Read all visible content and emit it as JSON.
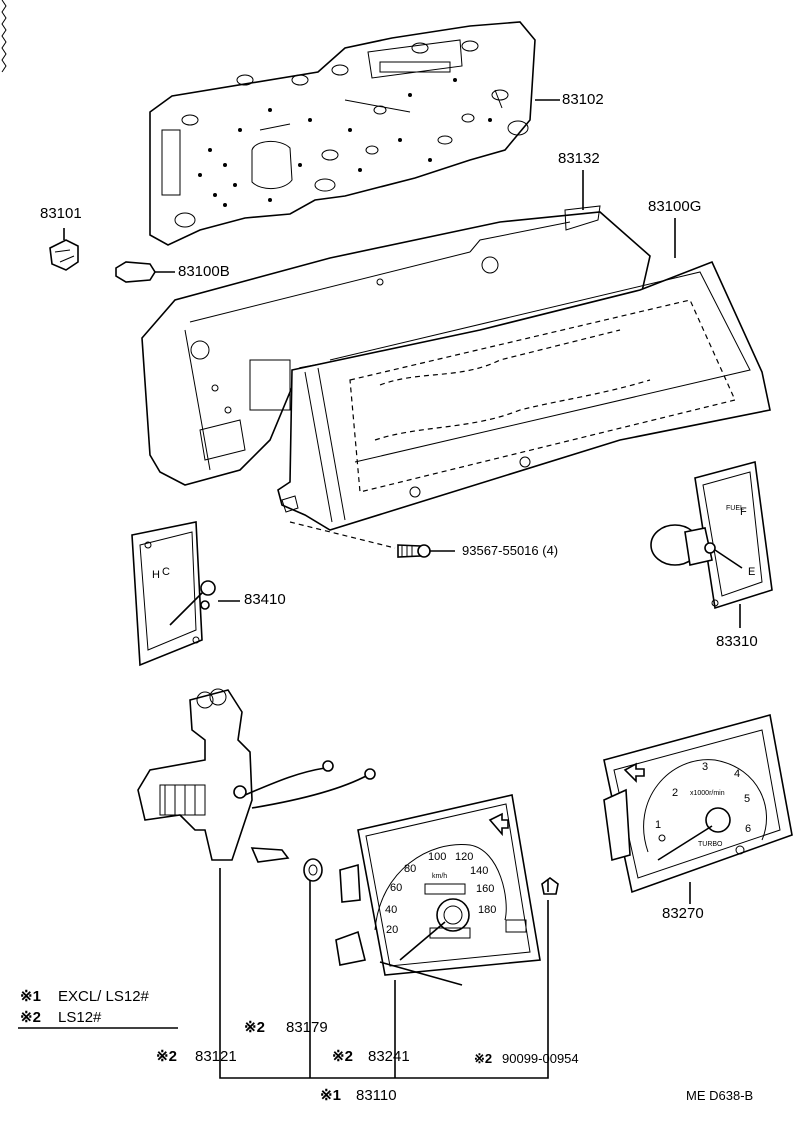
{
  "parts": {
    "p83102": "83102",
    "p83101": "83101",
    "p83100b": "83100B",
    "p83132": "83132",
    "p83100g": "83100G",
    "p93567": "93567-55016 (4)",
    "p83410": "83410",
    "p83310": "83310",
    "p83270": "83270",
    "p83179": "83179",
    "p83121": "83121",
    "p83241": "83241",
    "p90099": "90099-00954",
    "p83110": "83110"
  },
  "marks": {
    "m1": "※1",
    "m2": "※2"
  },
  "legend": {
    "l1": "EXCL/ LS12#",
    "l2": "LS12#"
  },
  "code": "ME  D638-B",
  "gauges": {
    "speedo": [
      "20",
      "40",
      "60",
      "80",
      "100",
      "120",
      "140",
      "160",
      "180"
    ],
    "speedo_unit": "km/h",
    "tacho": [
      "1",
      "2",
      "3",
      "4",
      "5",
      "6"
    ],
    "tacho_unit": "x1000r/min",
    "tacho_label": "TURBO",
    "fuel": [
      "F",
      "E"
    ],
    "fuel_title": "FUEL",
    "temp": [
      "H",
      "C"
    ]
  }
}
